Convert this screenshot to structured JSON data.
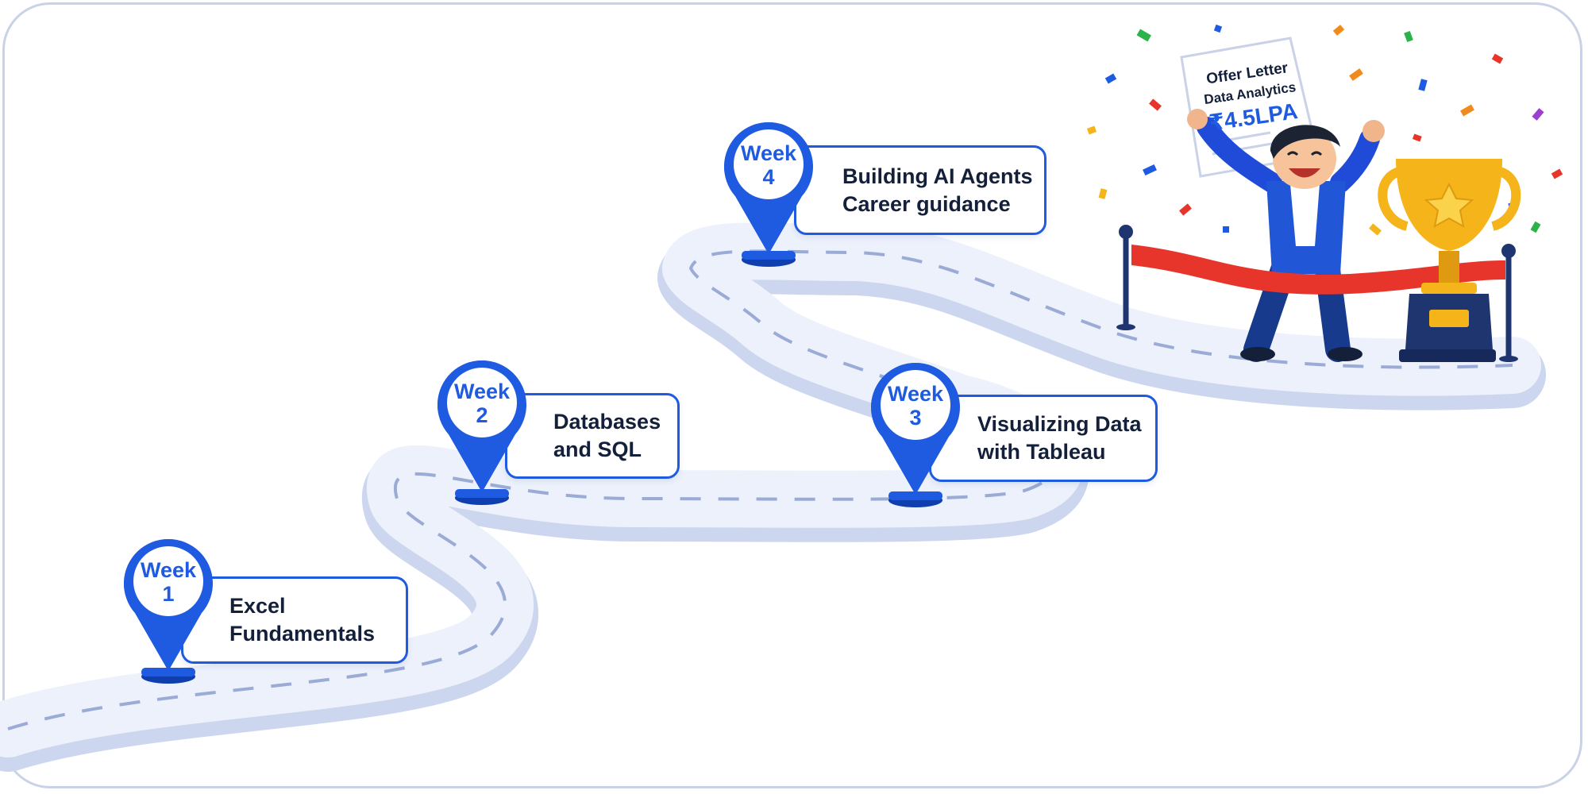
{
  "milestones": [
    {
      "week_label": "Week",
      "week_number": "1",
      "line1": "Excel",
      "line2": "Fundamentals"
    },
    {
      "week_label": "Week",
      "week_number": "2",
      "line1": "Databases",
      "line2": "and SQL"
    },
    {
      "week_label": "Week",
      "week_number": "3",
      "line1": "Visualizing Data",
      "line2": "with Tableau"
    },
    {
      "week_label": "Week",
      "week_number": "4",
      "line1": "Building AI Agents",
      "line2": "Career guidance"
    }
  ],
  "offer_letter": {
    "title": "Offer Letter",
    "subtitle": "Data Analytics",
    "salary": "₹4.5LPA"
  },
  "colors": {
    "pin_blue": "#1f5be0",
    "road": "#edf1fb",
    "road_edge": "#ccd6ee",
    "dashes": "#9aabd6",
    "ribbon": "#e8352b",
    "trophy": "#f4b41a",
    "frame": "#c9d2e6"
  },
  "icons": [
    "map-pin-icon",
    "trophy-icon",
    "star-icon",
    "finish-ribbon-icon",
    "celebrating-person-icon",
    "confetti-icon"
  ]
}
